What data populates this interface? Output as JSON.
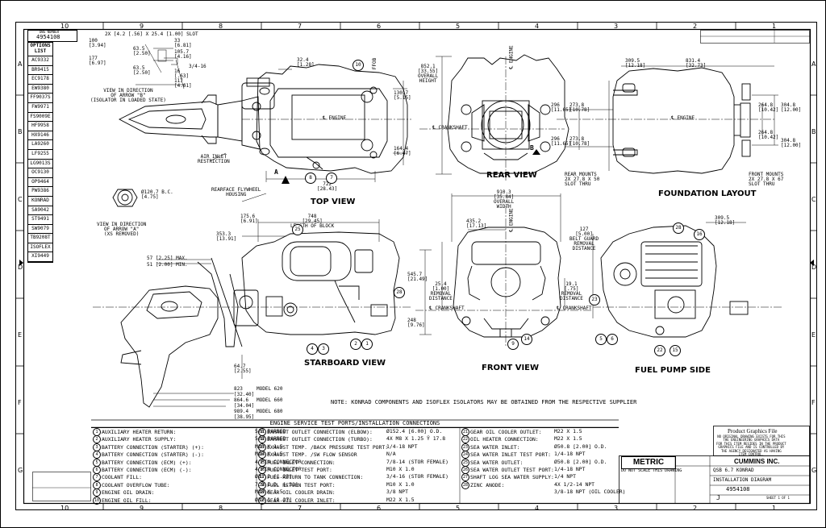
{
  "drawing_number_box": {
    "label": "DWG NUMBER",
    "value": "4954108"
  },
  "options_list": {
    "header": "OPTIONS LIST",
    "items": [
      "AC9332",
      "BR9415",
      "EC9178",
      "EW9380",
      "FF9037S",
      "FW9971",
      "FS9009E",
      "HF9958",
      "HX9146",
      "LA9260",
      "LF9255",
      "LG9013S",
      "OC9130",
      "OP9464",
      "PW9386",
      "KONRAD",
      "SA9042",
      "ST9491",
      "SW9079",
      "TB9208T",
      "ISOFLEX",
      "XI9449"
    ]
  },
  "zones_top": [
    "10",
    "9",
    "8",
    "7",
    "6",
    "5",
    "4",
    "3",
    "2",
    "1"
  ],
  "zones_side": [
    "A",
    "B",
    "C",
    "D",
    "E",
    "F",
    "G"
  ],
  "views": {
    "top": "TOP VIEW",
    "rear": "REAR VIEW",
    "foundation": "FOUNDATION LAYOUT",
    "starboard": "STARBOARD VIEW",
    "front": "FRONT VIEW",
    "fuel_pump": "FUEL PUMP SIDE"
  },
  "top_notes": {
    "slot": "2X [4.2 [.56] X 25.4 [1.00] SLOT",
    "dims_left": [
      "100\n[3.94]",
      "63.5\n[2.50]",
      "63.5\n[2.50]",
      "177\n[6.97]"
    ],
    "dims_mid": [
      "33\n[6.81]",
      "105.7\n[4.16]",
      "3/4-16",
      "16\n[.63]",
      "117\n[4.61]"
    ],
    "view_b": "VIEW IN DIRECTION\nOF ARROW \"B\"\n(ISOLATOR IN LOADED STATE)",
    "air_inlet": "AIR INLET\nRESTRICTION",
    "rearface": "REARFACE FLYWHEEL\nHOUSING",
    "dim_324": "32.4\n[1.28]",
    "dim_1307": "130.7\n[5.15]",
    "dim_1644": "164.4\n[6.47]",
    "dim_722": "722\n[28.43]",
    "engine_cl": "℄ ENGINE",
    "ffob": "FFOB"
  },
  "rear_notes": {
    "height": "852.1\n[33.55]\nOVERALL\nHEIGHT",
    "crankshaft": "℄ CRANKSHAFT",
    "engine": "℄ ENGINE",
    "dim_296a": "296\n[11.65]",
    "dim_2738a": "273.8\n[10.78]",
    "dim_296b": "296\n[11.65]",
    "dim_2738b": "273.8\n[10.78]",
    "rear_mounts": "REAR MOUNTS\n2X 27.8 X 50\nSLOT THRU"
  },
  "foundation_notes": {
    "dim_3095": "309.5\n[12.18]",
    "dim_8314": "831.4\n[32.73]",
    "dim_2648a": "264.8\n[10.42]",
    "dim_2648b": "264.8\n[10.42]",
    "dim_3048a": "304.8\n[12.00]",
    "dim_3048b": "304.8\n[12.00]",
    "engine": "℄ ENGINE",
    "front_mounts": "FRONT MOUNTS\n2X 27.8 X 67\nSLOT THRU"
  },
  "starboard_notes": {
    "view_a": "VIEW IN DIRECTION\nOF ARROW \"A\"\n(XS REMOVED)",
    "bc": "Ø120.7 B.C.\n[4.75]",
    "dim_1756": "175.6\n[6.91]",
    "dim_748": "748\n[29.45]\nLENGTH OF BLOCK",
    "dim_3533": "353.3\n[13.91]",
    "max": "57 [2.25] MAX.",
    "min": "51 [2.00] MIN.",
    "dim_647": "64.7\n[2.55]",
    "dim_5457": "545.7\n[21.49]",
    "dim_248": "248\n[9.76]",
    "models": [
      "823\n[32.40]",
      "864.6\n[34.04]",
      "989.4\n[38.95]"
    ],
    "model_names": [
      "MODEL 620",
      "MODEL 660",
      "MODEL 680"
    ]
  },
  "front_notes": {
    "width": "910.3\n[35.84]\nOVERALL\nWIDTH",
    "dim_4352": "435.2\n[17.13]",
    "dim_254": "25.4\n[1.00]\nREMOVAL\nDISTANCE",
    "dim_191": "19.1\n[.75]\nREMOVAL\nDISTANCE",
    "crankshaft": "℄ CRANKSHAFT",
    "engine": "℄ ENGINE"
  },
  "fuel_notes": {
    "dim_127": "127\n[5.00]\nBELT GUARD\nREMOVAL\nDISTANCE",
    "dim_3095": "309.5\n[12.18]",
    "crankshaft": "℄ CRANKSHAFT"
  },
  "main_note": "NOTE: KONRAD COMPONENTS AND ISOFLEX ISOLATORS MAY BE OBTAINED FROM THE RESPECTIVE SUPPLIER",
  "service_table": {
    "title": "ENGINE SERVICE TEST PORTS/INSTALLATION CONNECTIONS",
    "col1": [
      {
        "n": "1",
        "label": "AUXILIARY HEATER RETURN:",
        "value": "5/8 BARBED"
      },
      {
        "n": "2",
        "label": "AUXILIARY HEATER SUPPLY:",
        "value": "5/8 BARBED"
      },
      {
        "n": "3",
        "label": "BATTERY CONNECTION (STARTER) (+):",
        "value": "M10 X 1.5"
      },
      {
        "n": "4",
        "label": "BATTERY CONNECTION (STARTER) (-):",
        "value": "M10 X 1.5"
      },
      {
        "n": "5",
        "label": "BATTERY CONNECTION (ECM) (+):",
        "value": "4 PIN CONNECTOR"
      },
      {
        "n": "6",
        "label": "BATTERY CONNECTION (ECM) (-):",
        "value": "4 PIN CONNECTOR"
      },
      {
        "n": "7",
        "label": "COOLANT FILL:",
        "value": "Ø31.2 [1.23]"
      },
      {
        "n": "8",
        "label": "COOLANT OVERFLOW TUBE:",
        "value": "7.9 I.D. [.31]"
      },
      {
        "n": "9",
        "label": "ENGINE OIL DRAIN:",
        "value": "M18 X 1.5"
      },
      {
        "n": "10",
        "label": "ENGINE OIL FILL:",
        "value": "Ø32.1 [1.27]"
      }
    ],
    "col2": [
      {
        "n": "11",
        "label": "EXHAUST OUTLET CONNECTION (ELBOW):",
        "value": "Ø152.4 [6.00] O.D."
      },
      {
        "n": "12",
        "label": "EXHAUST OUTLET CONNECTION (TURBO):",
        "value": "4X M8 X 1.25 Ÿ 17.8"
      },
      {
        "n": "13",
        "label": "EXHAUST TEMP. /BACK PRESSURE TEST PORT:",
        "value": "1/4-18 NPT"
      },
      {
        "n": "14",
        "label": "EXHAUST TEMP. /SW FLOW SENSOR",
        "value": "N/A"
      },
      {
        "n": "15",
        "label": "FUEL INLET CONNECTION:",
        "value": "7/8-14 (STOR FEMALE)"
      },
      {
        "n": "16",
        "label": "FUEL INLET TEST PORT:",
        "value": "M10 X 1.0"
      },
      {
        "n": "17",
        "label": "FUEL RETURN TO TANK CONNECTION:",
        "value": "3/4-16 (STOR FEMALE)"
      },
      {
        "n": "18",
        "label": "FUEL RETURN TEST PORT:",
        "value": "M10 X 1.0"
      },
      {
        "n": "19",
        "label": "GEAR OIL COOLER DRAIN:",
        "value": "3/8 NPT"
      },
      {
        "n": "20",
        "label": "GEAR OIL COOLER INLET:",
        "value": "M22 X 1.5"
      }
    ],
    "col3": [
      {
        "n": "21",
        "label": "GEAR OIL COOLER OUTLET:",
        "value": "M22 X 1.5"
      },
      {
        "n": "22",
        "label": "OIL HEATER CONNECTION:",
        "value": "M22 X 1.5"
      },
      {
        "n": "23",
        "label": "SEA WATER INLET:",
        "value": "Ø50.8 [2.00] O.D."
      },
      {
        "n": "24",
        "label": "SEA WATER INLET TEST PORT:",
        "value": "1/4-18 NPT"
      },
      {
        "n": "25",
        "label": "SEA WATER OUTLET:",
        "value": "Ø50.8 [2.00] O.D."
      },
      {
        "n": "26",
        "label": "SEA WATER OUTLET TEST PORT:",
        "value": "1/4-18 NPT"
      },
      {
        "n": "27",
        "label": "SHAFT LOG SEA WATER SUPPLY:",
        "value": "1/4 NPT"
      },
      {
        "n": "28",
        "label": "ZINC ANODE:",
        "value": "4X 1/2-14 NPT\n3/8-18 NPT (OIL COOLER)"
      }
    ]
  },
  "title_block": {
    "metric": "METRIC",
    "do_not_scale": "DO NOT SCALE THIS DRAWING",
    "company": "CUMMINS INC.",
    "product_file": "Product Graphics File",
    "pgf_note": "NO ORIGINAL DRAWING EXISTS FOR THIS\nTHE ENGINEERING GRAPHICS DATA\nFOR THIS ITEM RESIDES IN THE PRODUCT\nGRAPHICS FILE AND IS CONTROLLED BY\nTHE AGENCY DESIGNATED AS HAVING\nITEM CONTROL.",
    "engine": "QSB 6.7 KONRAD",
    "doc_title": "INSTALLATION DIAGRAM",
    "number": "4954108",
    "sheet": "SHEET 1 OF 1",
    "rev": "J"
  },
  "callouts": [
    "10",
    "8",
    "7",
    "25",
    "28",
    "4",
    "3",
    "2",
    "1",
    "9",
    "14",
    "28",
    "16",
    "23",
    "5",
    "6",
    "22",
    "15"
  ]
}
